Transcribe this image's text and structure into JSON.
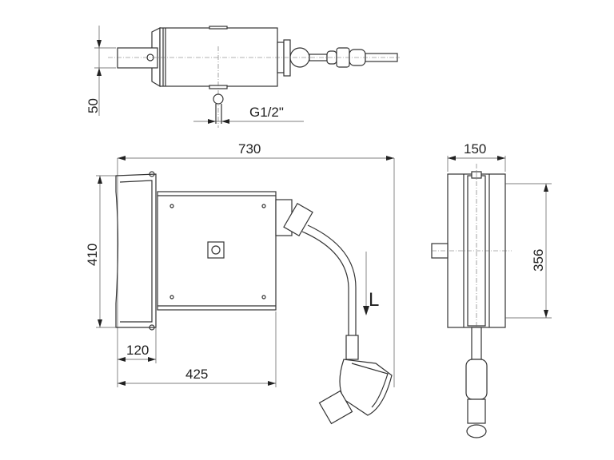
{
  "dimensions": {
    "top_height": "50",
    "thread": "G1/2\"",
    "total_width": "730",
    "side_width": "150",
    "height": "410",
    "side_height": "356",
    "hose_length": "L",
    "bracket_width": "120",
    "body_width": "425"
  }
}
